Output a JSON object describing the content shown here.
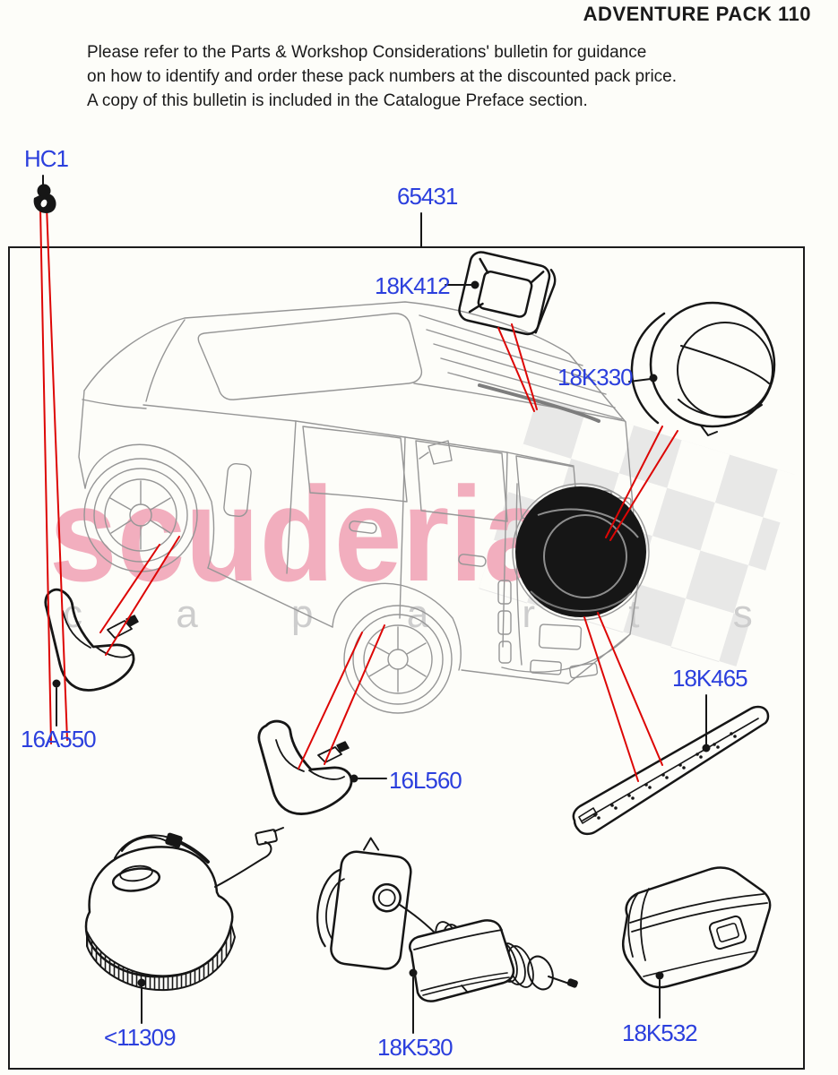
{
  "header": {
    "title": "ADVENTURE PACK 110"
  },
  "notice": {
    "line1": "Please refer to the Parts & Workshop Considerations' bulletin for guidance",
    "line2": "on how to identify and order these pack numbers at the discounted pack price.",
    "line3": "A copy of this bulletin is included in the Catalogue Preface section."
  },
  "watermark": {
    "brand": "scuderia",
    "sub_left": "c a r",
    "sub_right": "p a r t s"
  },
  "diagram": {
    "pack_number": "65431",
    "labels": [
      {
        "id": "HC1",
        "text": "HC1"
      },
      {
        "id": "65431",
        "text": "65431"
      },
      {
        "id": "18K412",
        "text": "18K412"
      },
      {
        "id": "18K330",
        "text": "18K330"
      },
      {
        "id": "16A550",
        "text": "16A550"
      },
      {
        "id": "16L560",
        "text": "16L560"
      },
      {
        "id": "18K465",
        "text": "18K465"
      },
      {
        "id": "11309",
        "text": "<11309"
      },
      {
        "id": "18K530",
        "text": "18K530"
      },
      {
        "id": "18K532",
        "text": "18K532"
      }
    ],
    "colors": {
      "label_blue": "#2b3fdd",
      "leader_red": "#dd0605",
      "callout_black": "#161616",
      "sketch_gray": "#969696",
      "watermark_pink": "#f2aebe",
      "watermark_gray": "#cdcdcd",
      "checker_gray": "#e3e3e3"
    }
  }
}
